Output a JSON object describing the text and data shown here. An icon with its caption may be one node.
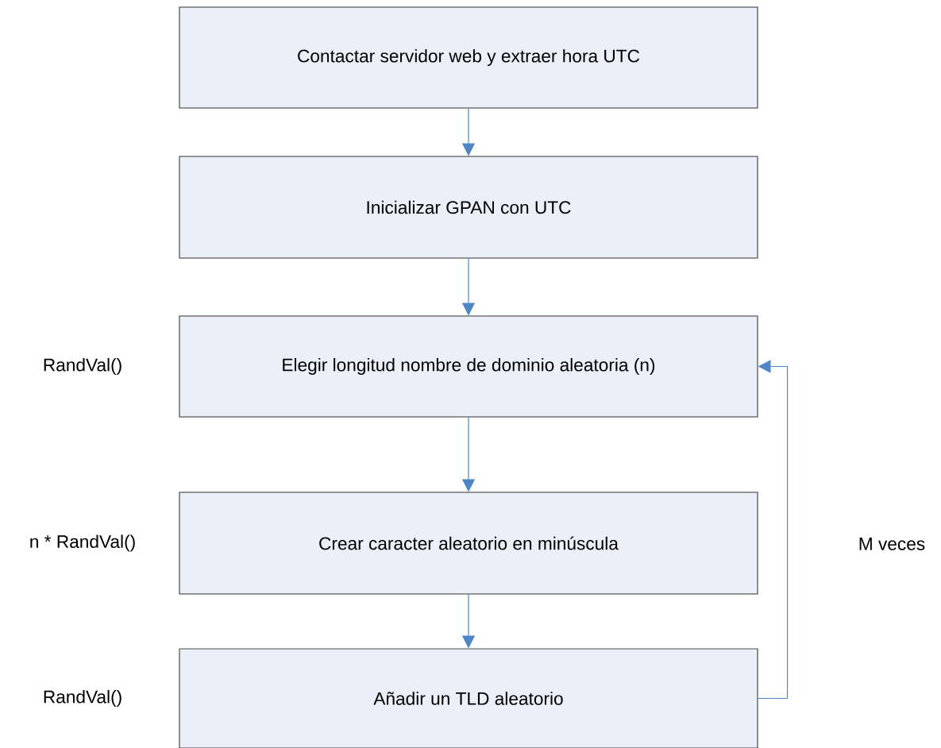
{
  "diagram": {
    "nodes": [
      {
        "text": [
          "Contactar servidor web y extraer hora UTC"
        ]
      },
      {
        "text": [
          "Inicializar GPAN con UTC"
        ]
      },
      {
        "text": [
          "Elegir longitud nombre de dominio aleatoria (n)"
        ],
        "beside": [
          "RandVal()"
        ]
      },
      {
        "text": [
          "Crear caracter aleatorio en minúscula"
        ],
        "beside": [
          "n * RandVal()"
        ]
      },
      {
        "text": [
          "Añadir un TLD aleatorio"
        ],
        "beside": [
          "RandVal()"
        ]
      }
    ],
    "edges": [
      {
        "from": 0,
        "to": 1,
        "arrow": "to"
      },
      {
        "from": 1,
        "to": 2,
        "arrow": "to"
      },
      {
        "from": 2,
        "to": 3,
        "arrow": "to"
      },
      {
        "from": 3,
        "to": 4,
        "arrow": "to"
      },
      {
        "from": 4,
        "to": 2,
        "arrow": "to"
      }
    ],
    "labels": [
      "M veces"
    ]
  }
}
